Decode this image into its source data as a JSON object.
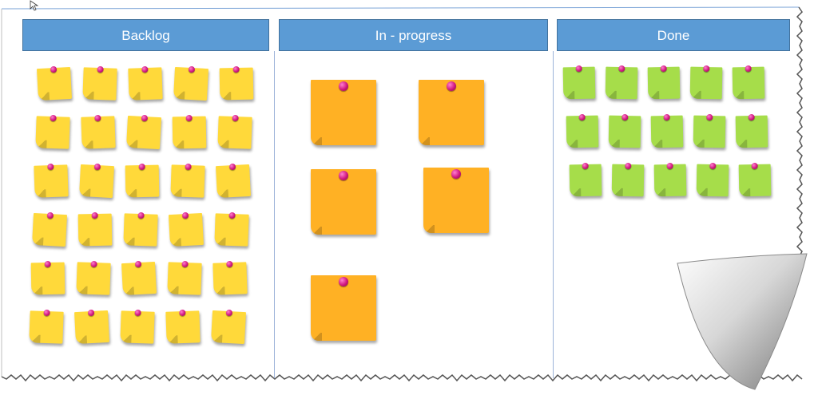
{
  "board": {
    "columns": [
      {
        "title": "Backlog",
        "note_color": "#ffd93a",
        "note_count": 30
      },
      {
        "title": "In - progress",
        "note_color": "#ffb124",
        "note_count": 5
      },
      {
        "title": "Done",
        "note_color": "#a6dd4a",
        "note_count": 15
      }
    ],
    "header_color": "#5b9bd5",
    "pin_color": "#d0177f",
    "icons": [
      "pushpin-icon",
      "page-curl-icon",
      "mouse-cursor-icon"
    ]
  }
}
